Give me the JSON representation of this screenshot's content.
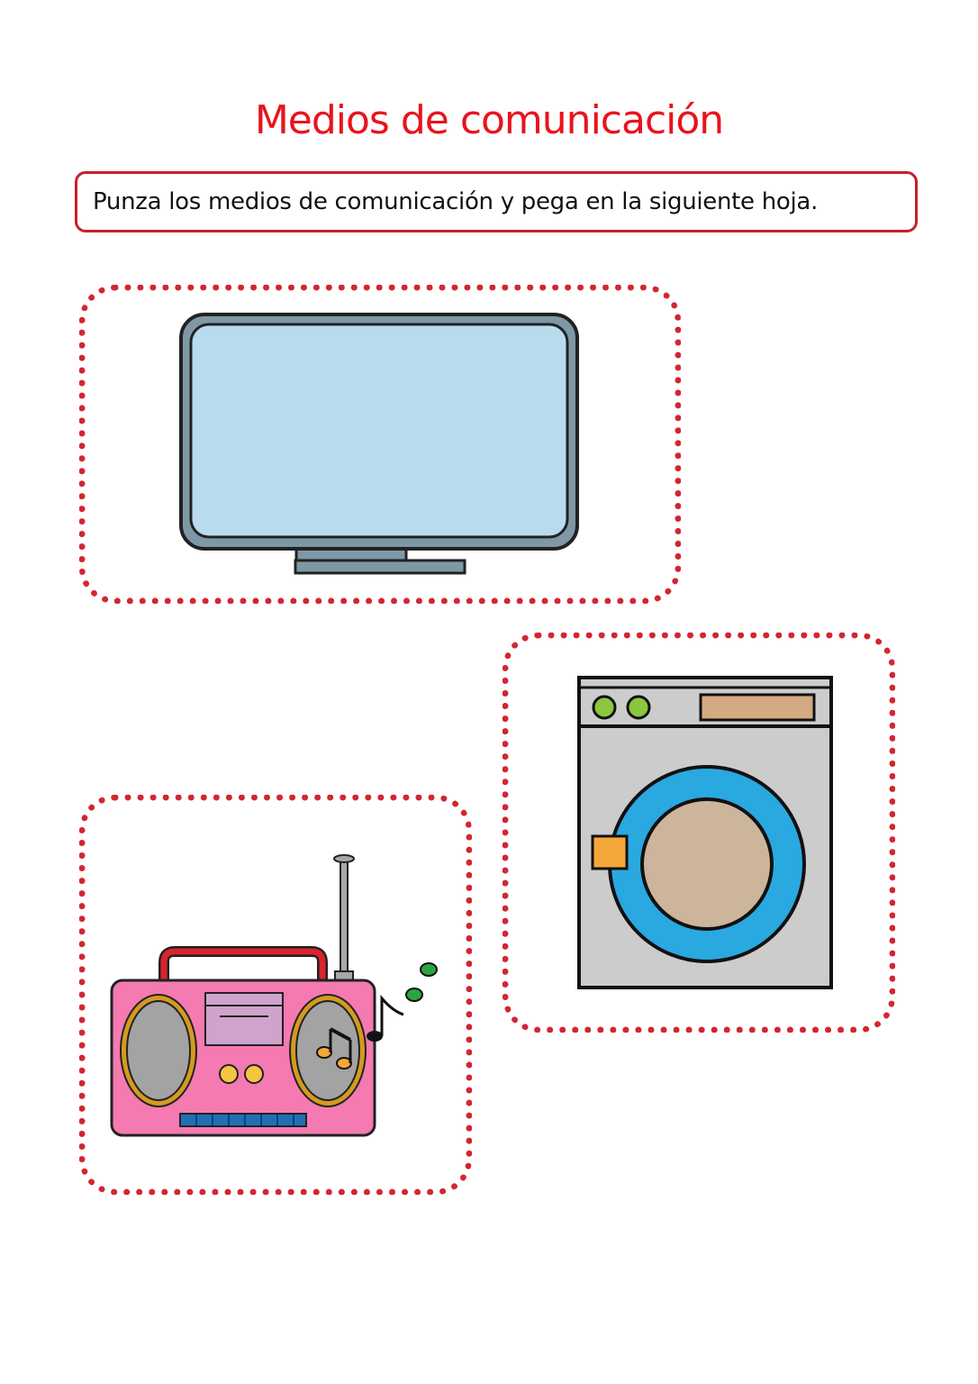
{
  "worksheet": {
    "title": "Medios de comunicación",
    "instruction": "Punza los medios de comunicación y pega en la siguiente hoja."
  },
  "colors": {
    "title": "#e8141b",
    "box_border": "#c8202a",
    "dots": "#d22630",
    "tv_screen": "#b9dbee",
    "tv_frame": "#7e98a6",
    "washer_body": "#cccccc",
    "washer_ring": "#2aa8e0",
    "washer_door": "#ccb59b",
    "washer_handle": "#f5a83a",
    "washer_knob": "#8cc63f",
    "washer_panel": "#d3aa82",
    "radio_body": "#f47ab1",
    "radio_handle": "#d9232d",
    "radio_speaker_ring": "#d59a1f",
    "radio_speaker": "#a3a3a3",
    "radio_deck": "#cfa3cc",
    "radio_buttons": "#1f6fb5",
    "music_notes": "#2aa63f"
  },
  "items": [
    {
      "name": "television"
    },
    {
      "name": "washing-machine"
    },
    {
      "name": "radio"
    }
  ]
}
